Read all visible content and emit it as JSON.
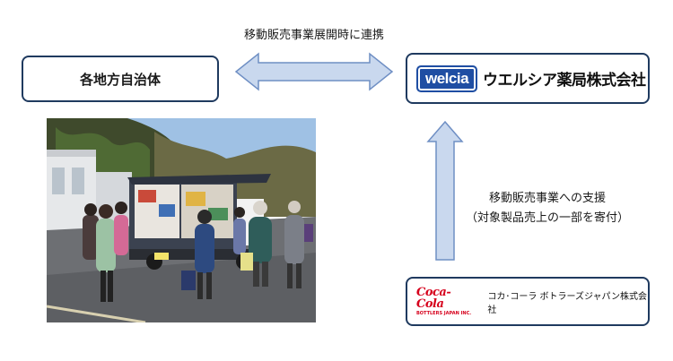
{
  "top_caption": "移動販売事業展開時に連携",
  "left_box": {
    "label": "各地方自治体"
  },
  "welcia": {
    "logo_text": "welcia",
    "name": "ウエルシア薬局株式会社"
  },
  "side_caption": {
    "line1": "移動販売事業への支援",
    "line2": "（対象製品売上の一部を寄付）"
  },
  "coke": {
    "logo_script": "Coca-Cola",
    "logo_sub": "BOTTLERS JAPAN INC.",
    "name": "コカ･コーラ ボトラーズジャパン株式会社"
  },
  "colors": {
    "box_border": "#1f3a5f",
    "arrow_fill": "#c9d8ee",
    "arrow_stroke": "#6f8fc4",
    "coke_red": "#d6001c",
    "welcia_blue": "#1f4ea3"
  },
  "photo": {
    "icon": "mobile-sales-truck-photo"
  }
}
